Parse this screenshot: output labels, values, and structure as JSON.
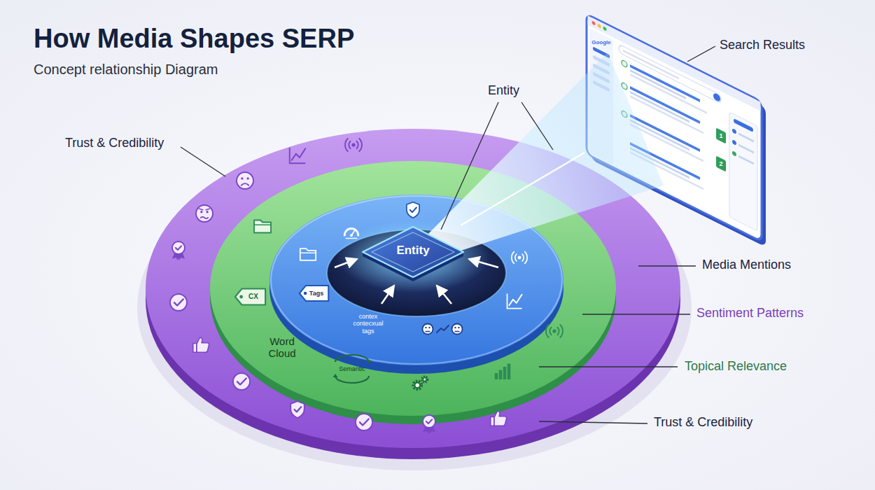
{
  "diagram": {
    "title": "How Media Shapes SERP",
    "nodes": [
      {
        "text": [
          "Entity"
        ]
      },
      {
        "text": [
          "Search Results"
        ]
      }
    ],
    "edges": [
      {
        "from": 0,
        "to": 1,
        "arrow": "none"
      }
    ],
    "labels": [
      "Concept relationship Diagram",
      "Entity",
      "Trust & Credibility",
      "Media Mentions",
      "Sentiment Patterns",
      "Topical Relevance",
      "Trust & Credibility",
      "Word Cloud",
      "Tags",
      "Semantic",
      "contex contecxual tags",
      "CX",
      "Google",
      "1",
      "2"
    ]
  }
}
